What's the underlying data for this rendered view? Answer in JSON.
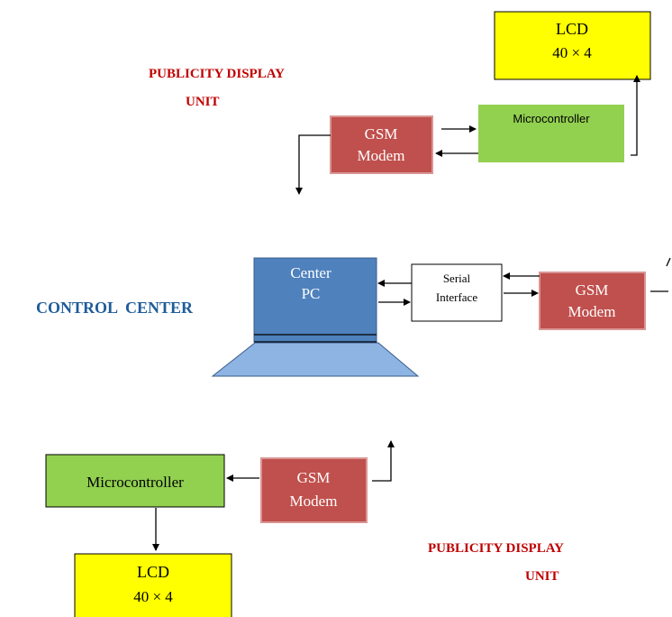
{
  "colors": {
    "lcd_fill": "#ffff00",
    "micro_fill": "#92d050",
    "gsm_fill": "#c0504d",
    "gsm_stroke": "#d99694",
    "pc_screen_fill": "#4f81bd",
    "pc_base_fill": "#8eb4e3",
    "title_red": "#c00000",
    "title_blue": "#1f5c99"
  },
  "top_unit": {
    "title_line1": "PUBLICITY DISPLAY",
    "title_line2": "UNIT",
    "lcd": {
      "line1": "LCD",
      "line2": "40 × 4"
    },
    "gsm": {
      "line1": "GSM",
      "line2": "Modem"
    },
    "microcontroller": "Microcontroller"
  },
  "control_center": {
    "title": "CONTROL  CENTER",
    "pc": {
      "line1": "Center",
      "line2": "PC"
    },
    "serial": {
      "line1": "Serial",
      "line2": "Interface"
    },
    "gsm": {
      "line1": "GSM",
      "line2": "Modem"
    }
  },
  "bottom_unit": {
    "title_line1": "PUBLICITY DISPLAY",
    "title_line2": "UNIT",
    "lcd": {
      "line1": "LCD",
      "line2": "40 × 4"
    },
    "gsm": {
      "line1": "GSM",
      "line2": "Modem"
    },
    "microcontroller": "Microcontroller"
  }
}
